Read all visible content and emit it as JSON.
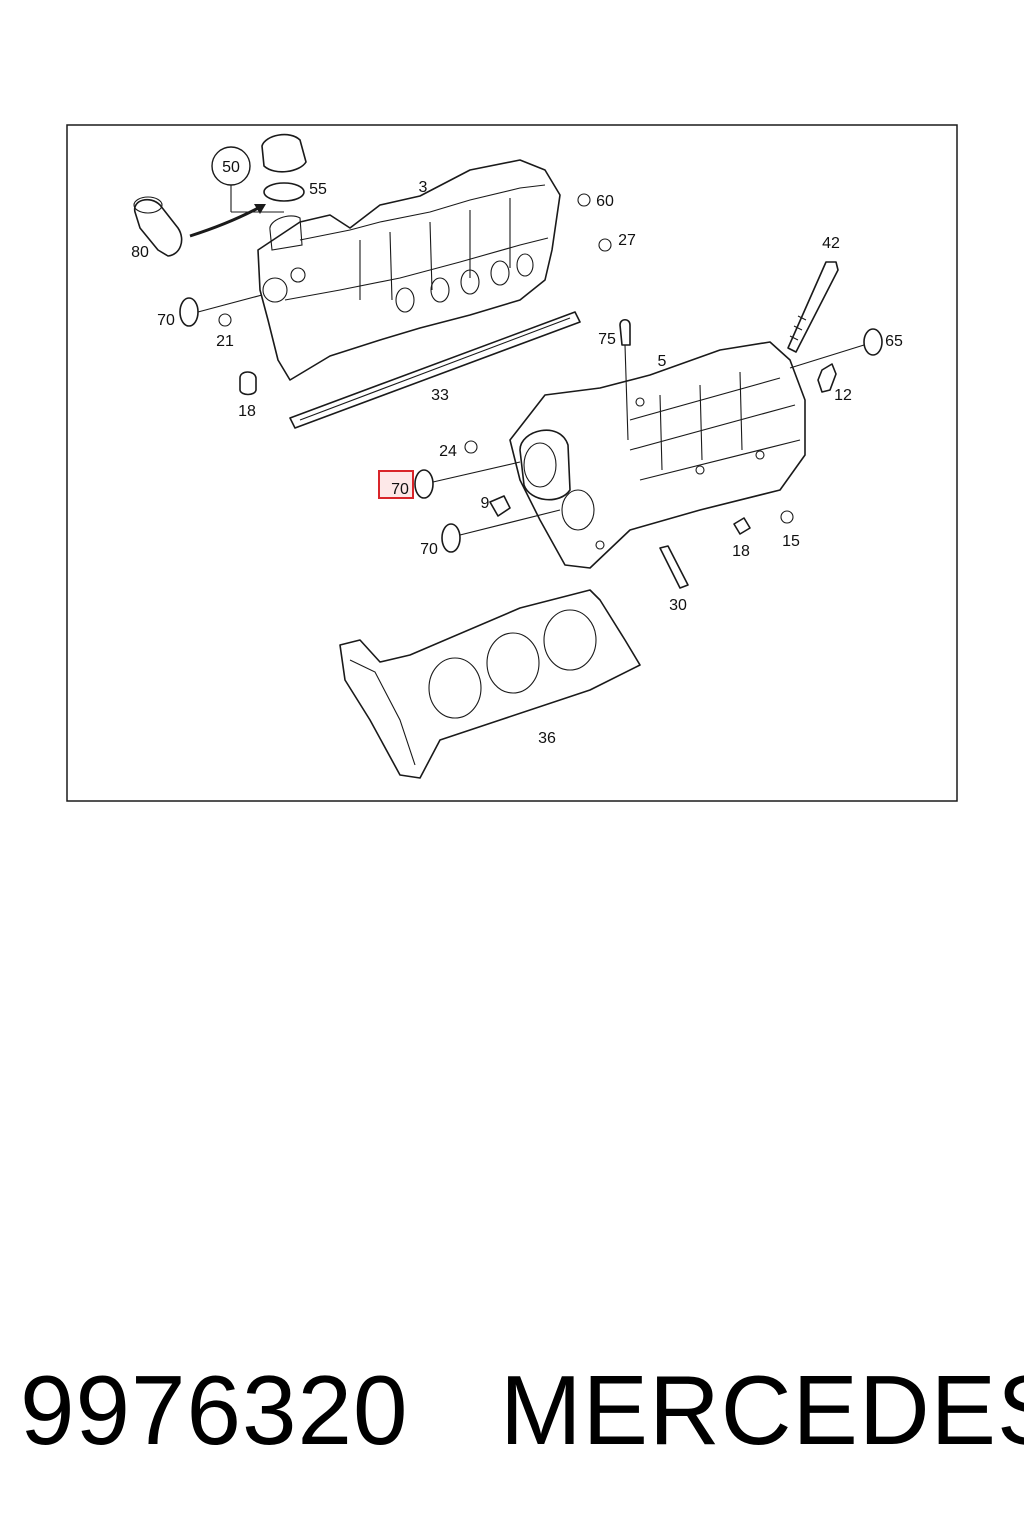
{
  "diagram": {
    "labels": {
      "l50": "50",
      "l55": "55",
      "l3": "3",
      "l60": "60",
      "l27": "27",
      "l42": "42",
      "l80": "80",
      "l70a": "70",
      "l21": "21",
      "l75": "75",
      "l65": "65",
      "l5": "5",
      "l12": "12",
      "l18a": "18",
      "l33": "33",
      "l24": "24",
      "l70b": "70",
      "l9": "9",
      "l70c": "70",
      "l18b": "18",
      "l15": "15",
      "l30": "30",
      "l36": "36"
    },
    "highlight_color": "#d9252a"
  },
  "footer": {
    "part_number": "9976320",
    "brand": "MERCEDES"
  }
}
